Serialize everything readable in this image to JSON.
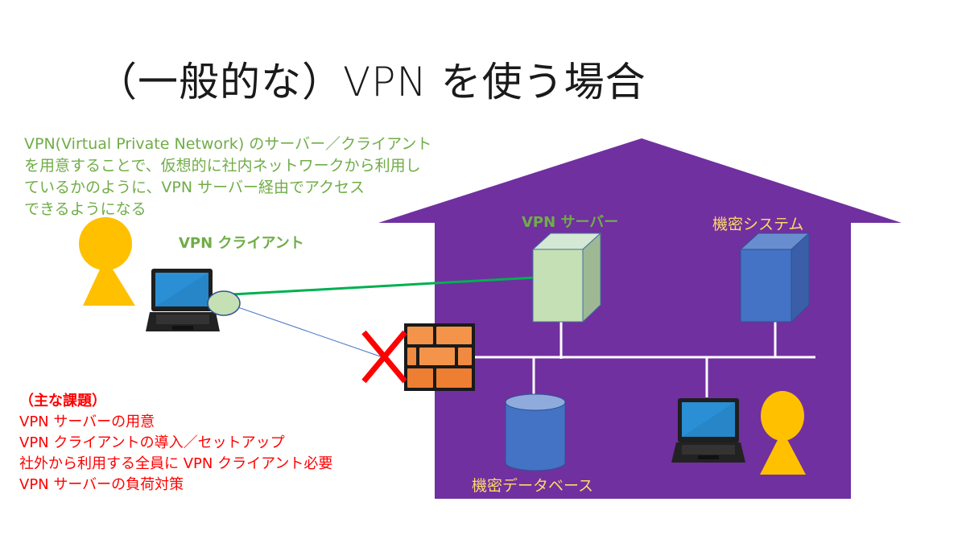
{
  "slide": {
    "title": "（一般的な）VPN を使う場合",
    "description": [
      "VPN(Virtual Private Network) のサーバー／クライアント",
      "を用意することで、仮想的に社内ネットワークから利用し",
      "ているかのように、VPN サーバー経由でアクセス",
      "できるようになる"
    ],
    "labels": {
      "vpn_client": "VPN クライアント",
      "vpn_server": "VPN サーバー",
      "secret_system": "機密システム",
      "secret_database": "機密データベース"
    },
    "issues": {
      "heading": "（主な課題）",
      "items": [
        "VPN サーバーの用意",
        "VPN クライアントの導入／セットアップ",
        "社外から利用する全員に VPN クライアント必要",
        "VPN サーバーの負荷対策"
      ]
    },
    "colors": {
      "house": "#7030a0",
      "vpn_text": "#70ad47",
      "issue_text": "#ff0000",
      "label_yellow": "#ffd966",
      "person": "#ffc000",
      "vpn_tunnel": "#00b050",
      "blocked_line": "#4472c4",
      "block_mark": "#ff0000"
    }
  }
}
